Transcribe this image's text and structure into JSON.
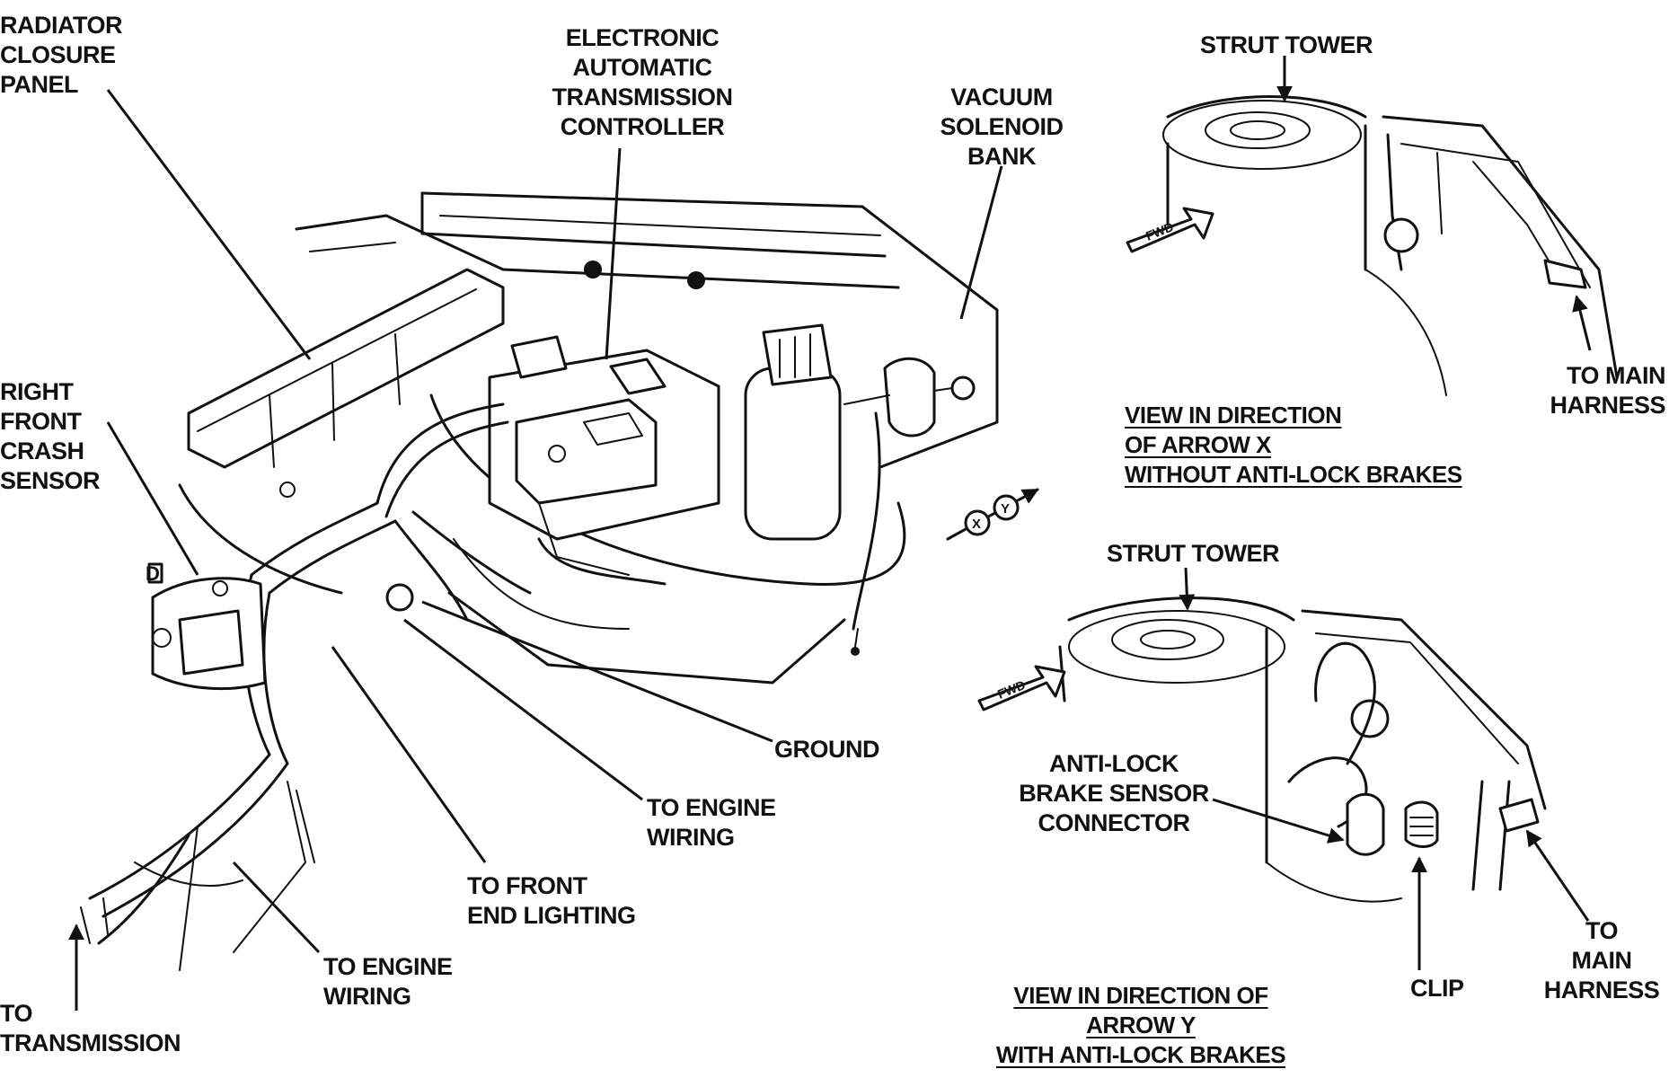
{
  "labels": {
    "radiator_closure_panel": [
      "RADIATOR",
      "CLOSURE",
      "PANEL"
    ],
    "electronic_transmission_controller": [
      "ELECTRONIC",
      "AUTOMATIC",
      "TRANSMISSION",
      "CONTROLLER"
    ],
    "vacuum_solenoid_bank": [
      "VACUUM",
      "SOLENOID",
      "BANK"
    ],
    "right_front_crash_sensor": [
      "RIGHT",
      "FRONT",
      "CRASH",
      "SENSOR"
    ],
    "ground": [
      "GROUND"
    ],
    "to_engine_wiring_upper": [
      "TO ENGINE",
      "WIRING"
    ],
    "to_front_end_lighting": [
      "TO FRONT",
      "END LIGHTING"
    ],
    "to_engine_wiring_lower": [
      "TO ENGINE",
      "WIRING"
    ],
    "to_transmission": [
      "TO",
      "TRANSMISSION"
    ],
    "strut_tower_x": [
      "STRUT TOWER"
    ],
    "to_main_harness_x": [
      "TO MAIN",
      "HARNESS"
    ],
    "strut_tower_y": [
      "STRUT TOWER"
    ],
    "anti_lock_brake_sensor_connector": [
      "ANTI-LOCK",
      "BRAKE SENSOR",
      "CONNECTOR"
    ],
    "clip": [
      "CLIP"
    ],
    "to_main_harness_y": [
      "TO",
      "MAIN",
      "HARNESS"
    ]
  },
  "captions": {
    "view_x": [
      "VIEW IN DIRECTION",
      "OF ARROW X",
      "WITHOUT ANTI-LOCK BRAKES"
    ],
    "view_y": [
      "VIEW IN DIRECTION OF",
      "ARROW Y",
      "WITH ANTI-LOCK BRAKES"
    ]
  },
  "markers": {
    "fwd": "FWD",
    "arrow_x": "X",
    "arrow_y": "Y",
    "crash_sensor_tag": "D"
  }
}
